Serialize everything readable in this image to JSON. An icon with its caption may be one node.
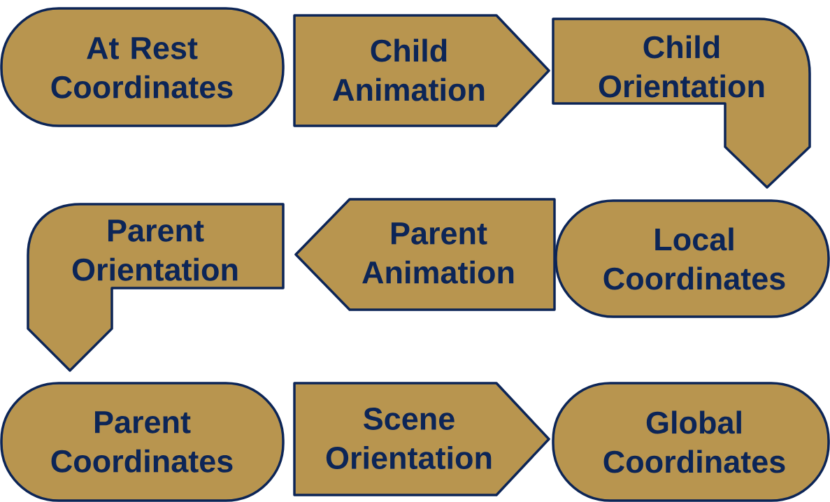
{
  "diagram": {
    "nodes": [
      {
        "text": [
          "At Rest Coordinates"
        ]
      },
      {
        "text": [
          "Child Animation"
        ]
      },
      {
        "text": [
          "Child Orientation"
        ]
      },
      {
        "text": [
          "Local Coordinates"
        ]
      },
      {
        "text": [
          "Parent Animation"
        ]
      },
      {
        "text": [
          "Parent Orientation"
        ]
      },
      {
        "text": [
          "Parent Coordinates"
        ]
      },
      {
        "text": [
          "Scene Orientation"
        ]
      },
      {
        "text": [
          "Global Coordinates"
        ]
      }
    ]
  }
}
